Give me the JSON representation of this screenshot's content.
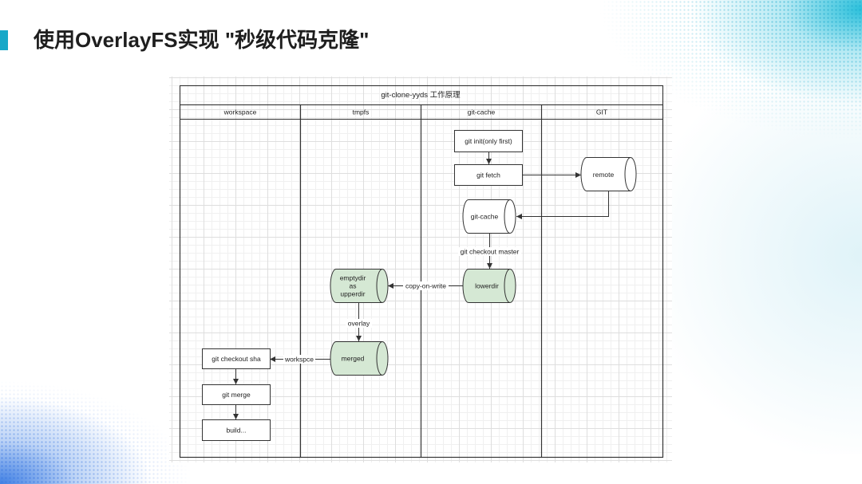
{
  "slide": {
    "title": "使用OverlayFS实现 \"秒级代码克隆\""
  },
  "diagram": {
    "title": "git-clone-yyds 工作原理",
    "lanes": [
      "workspace",
      "tmpfs",
      "git-cache",
      "GIT"
    ],
    "nodes": {
      "git_init": "git init(only first)",
      "git_fetch": "git fetch",
      "remote": "remote",
      "git_cache": "git-cache",
      "lowerdir": "lowerdir",
      "emptydir": [
        "emptydir",
        "as",
        "upperdir"
      ],
      "merged": "merged",
      "git_checkout_sha": "git checkout sha",
      "git_merge": "git merge",
      "build": "build..."
    },
    "edge_labels": {
      "checkout_master": "git checkout master",
      "copy_on_write": "copy-on-write",
      "overlay": "overlay",
      "workspce": "workspce"
    }
  },
  "colors": {
    "accent": "#17a8c8",
    "storage_highlight_fill": "#d5e8d4",
    "line": "#333333"
  }
}
